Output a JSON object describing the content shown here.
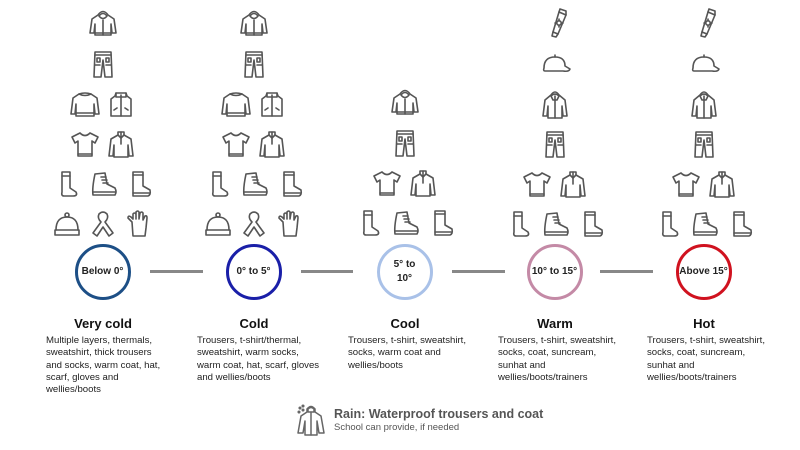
{
  "bands": [
    {
      "id": "very-cold",
      "range": "Below 0°",
      "title": "Very cold",
      "description": "Multiple layers, thermals, sweatshirt, thick trousers and socks, warm coat, hat, scarf, gloves and wellies/boots",
      "color": "#1d4f86",
      "icons": [
        [
          "hoodie-icon"
        ],
        [
          "trousers-icon"
        ],
        [
          "sweatshirt-icon",
          "gilet-icon"
        ],
        [
          "t-shirt-icon",
          "fleece-icon"
        ],
        [
          "sock-icon",
          "boot-icon",
          "welly-icon"
        ],
        [
          "beanie-icon",
          "scarf-icon",
          "glove-icon"
        ]
      ]
    },
    {
      "id": "cold",
      "range": "0° to 5°",
      "title": "Cold",
      "description": "Trousers, t-shirt/thermal, sweatshirt, warm socks, warm coat, hat, scarf, gloves and wellies/boots",
      "color": "#1a1fa8",
      "icons": [
        [
          "hoodie-icon"
        ],
        [
          "trousers-icon"
        ],
        [
          "sweatshirt-icon",
          "gilet-icon"
        ],
        [
          "t-shirt-icon",
          "fleece-icon"
        ],
        [
          "sock-icon",
          "boot-icon",
          "welly-icon"
        ],
        [
          "beanie-icon",
          "scarf-icon",
          "glove-icon"
        ]
      ]
    },
    {
      "id": "cool",
      "range": "5° to 10°",
      "title": "Cool",
      "description": "Trousers, t-shirt, sweatshirt, socks, warm coat and wellies/boots",
      "color": "#a9c1e8",
      "icons": [
        [
          "hoodie-icon"
        ],
        [
          "trousers-icon"
        ],
        [
          "t-shirt-icon",
          "fleece-icon"
        ],
        [
          "sock-icon",
          "boot-icon",
          "welly-icon"
        ]
      ]
    },
    {
      "id": "warm",
      "range": "10° to 15°",
      "title": "Warm",
      "description": "Trousers, t-shirt, sweatshirt, socks, coat, suncream, sunhat and wellies/boots/trainers",
      "color": "#c48aa6",
      "icons": [
        [
          "suncream-icon"
        ],
        [
          "cap-icon"
        ],
        [
          "raincoat-icon"
        ],
        [
          "trousers-icon"
        ],
        [
          "t-shirt-icon",
          "fleece-icon"
        ],
        [
          "sock-icon",
          "boot-icon",
          "welly-icon"
        ]
      ]
    },
    {
      "id": "hot",
      "range": "Above 15°",
      "title": "Hot",
      "description": "Trousers, t-shirt, sweatshirt, socks, coat, suncream, sunhat and wellies/boots/trainers",
      "color": "#d0121f",
      "icons": [
        [
          "suncream-icon"
        ],
        [
          "cap-icon"
        ],
        [
          "raincoat-icon"
        ],
        [
          "trousers-icon"
        ],
        [
          "t-shirt-icon",
          "fleece-icon"
        ],
        [
          "sock-icon",
          "boot-icon",
          "welly-icon"
        ]
      ]
    }
  ],
  "connector_color": "#888888",
  "rain": {
    "icon": "rain-coat-icon",
    "title": "Rain: Waterproof trousers and coat",
    "subtitle": "School can provide, if needed"
  }
}
